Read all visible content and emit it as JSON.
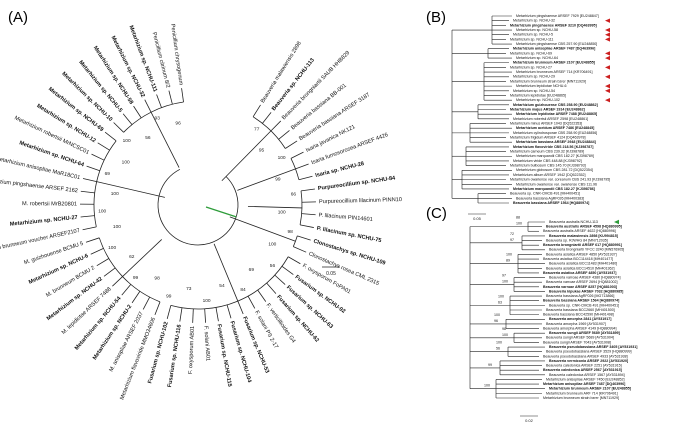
{
  "panels": {
    "a": {
      "label": "(A)"
    },
    "b": {
      "label": "(B)"
    },
    "c": {
      "label": "(C)"
    }
  },
  "tree_a": {
    "tips": [
      {
        "text": "Beauveria malawiensis 2898",
        "b": false
      },
      {
        "text": "Beauveria sp. NCHU-113",
        "b": true
      },
      {
        "text": "Beauveria brongniartii SAUB HHB829",
        "b": false
      },
      {
        "text": "Beauveria bassiana BB-001",
        "b": false
      },
      {
        "text": "Beauveria bassiana ARSEF 3187",
        "b": false
      },
      {
        "text": "Isaria javanica NK121",
        "b": false
      },
      {
        "text": "Isaria fumosorosea ARSEF 4426",
        "b": false
      },
      {
        "text": "Isaria sp. NCHU-28",
        "b": true
      },
      {
        "text": "Purpureocillium sp. NCHU-84",
        "b": true
      },
      {
        "text": "Purpureocillium lilacinum PINN10",
        "b": false
      },
      {
        "text": "P. lilacinum PIN14601",
        "b": false
      },
      {
        "text": "P. lilacinum sp. NCHU-75",
        "b": true
      },
      {
        "text": "Clonostachys sp. NCHU-109",
        "b": true
      },
      {
        "text": "Clonostachys rosea CML 2315",
        "b": false
      },
      {
        "text": "F. oxysporum FoPA01",
        "b": false
      },
      {
        "text": "Fusarium sp. NCHU-92",
        "b": true
      },
      {
        "text": "Fusarium sp. NCHU-63",
        "b": true
      },
      {
        "text": "Fusarium sp. NCHU-62",
        "b": true
      },
      {
        "text": "F. verticillioides G4",
        "b": false
      },
      {
        "text": "F. solani PS 2-17",
        "b": false
      },
      {
        "text": "Fusarium sp. NCHU-53",
        "b": true
      },
      {
        "text": "Fusarium sp. NCHU-104",
        "b": true
      },
      {
        "text": "Fusarium sp. NCHU-115",
        "b": true
      },
      {
        "text": "F. solani AB01",
        "b": false
      },
      {
        "text": "F. oxysporum AB01",
        "b": false
      },
      {
        "text": "Fusarium sp. NCHU-116",
        "b": true
      },
      {
        "text": "Fusarium sp. NCHU-102",
        "b": true
      },
      {
        "text": "Metarhizium flavoviride MMO34606",
        "b": false
      },
      {
        "text": "M. anisopliae ARSEF 2037",
        "b": false
      },
      {
        "text": "Metarhizium sp. NCHU-2",
        "b": true
      },
      {
        "text": "Metarhizium sp. NCHU-54",
        "b": true
      },
      {
        "text": "M. lepidiotae ARSEF 7488",
        "b": false
      },
      {
        "text": "Metarhizium sp. NCHU-42",
        "b": true
      },
      {
        "text": "M. brunneum BCMU 2",
        "b": false
      },
      {
        "text": "Metarhizium sp. NCHU-6",
        "b": true
      },
      {
        "text": "M. guizhouense BCMU 5",
        "b": false
      },
      {
        "text": "Metarhizium brunneum voucher ARSEF2107",
        "b": false
      },
      {
        "text": "Metarhizium sp. NCHU-27",
        "b": true
      },
      {
        "text": "M. robertsii MrB20801",
        "b": false
      },
      {
        "text": "Metarhizium pingshaense ARSEF 2162",
        "b": false
      },
      {
        "text": "Metarhizium anisopliae MaR18C01",
        "b": false
      },
      {
        "text": "Metarhizium sp. NCHU-64",
        "b": true
      },
      {
        "text": "Metarhizium robertsii MrNCSC01",
        "b": false
      },
      {
        "text": "Metarhizium sp. NCHU-12",
        "b": true
      },
      {
        "text": "Metarhizium sp. NCHU-69",
        "b": true
      },
      {
        "text": "Metarhizium sp. NCHU-10",
        "b": true
      },
      {
        "text": "Metarhizium sp. NCHU-5",
        "b": true
      },
      {
        "text": "Metarhizium sp. NCHU-58",
        "b": true
      },
      {
        "text": "Metarhizium sp. NCHU-32",
        "b": true
      },
      {
        "text": "Metarhizium sp. NCHU-111",
        "b": true
      },
      {
        "text": "Penicillium citrinum 8/2",
        "b": false
      },
      {
        "text": "Penicillium chrysogenum",
        "b": false
      }
    ],
    "bootstrap": [
      "77",
      "95",
      "100",
      "99",
      "66",
      "100",
      "98",
      "100",
      "56",
      "69",
      "84",
      "54",
      "100",
      "73",
      "99",
      "98",
      "99",
      "62",
      "100",
      "100",
      "100",
      "100",
      "69",
      "100",
      "100",
      "56",
      "93",
      "96"
    ],
    "scale": "0.05"
  },
  "tree_b": {
    "tips": [
      {
        "text": "Metarhizium pingshaense ARSEF 7929 [EU248847]",
        "b": false
      },
      {
        "text": "Metarhizium sp. NCHU-32",
        "b": false
      },
      {
        "text": "Metarhizium pingshaense ARSEF 3210 [DQ463995]",
        "b": true
      },
      {
        "text": "Metarhizium sp. NCHU-58",
        "b": false
      },
      {
        "text": "Metarhizium sp. NCHU-5",
        "b": false
      },
      {
        "text": "Metarhizium sp. NCHU-111",
        "b": false
      },
      {
        "text": "Metarhizium pingshaense CBS 257.90 [EU248850]",
        "b": false
      },
      {
        "text": "Metarhizium anisopliae ARSEF 7487 [DQ463996]",
        "b": true
      },
      {
        "text": "Metarhizium sp. NCHU-69",
        "b": false
      },
      {
        "text": "Metarhizium sp. NCHU-64",
        "b": false
      },
      {
        "text": "Metarhizium brunneum ARSEF 2107 [EU248855]",
        "b": true
      },
      {
        "text": "Metarhizium sp. NCHU-27",
        "b": false
      },
      {
        "text": "Metarhizium brunneum ARSEF 714 [KR706491]",
        "b": false
      },
      {
        "text": "Metarhizium sp. NCHU-29",
        "b": false
      },
      {
        "text": "Metarhizium brunneum strain bzrer [MN711929]",
        "b": false
      },
      {
        "text": "Metarhizium lepidiotae NCHU-6",
        "b": false
      },
      {
        "text": "Metarhizium sp. NCHU-54",
        "b": false
      },
      {
        "text": "Metarhizium lepidiotae [EU248865]",
        "b": false
      },
      {
        "text": "Metarhizium sp. NCHU-102",
        "b": false
      },
      {
        "text": "Metarhizium guizhouense CBS 258.90 [EU248862]",
        "b": true
      },
      {
        "text": "Metarhizium majus ARSEF 1914 [EU248862]",
        "b": true
      },
      {
        "text": "Metarhizium lepidiotae ARSEF 7488 [EU248865]",
        "b": true
      },
      {
        "text": "Metarhizium robertsii ARSEF 2598 [EU248861]",
        "b": false
      },
      {
        "text": "Metarhizium minus ARSEF 1043 [DQ522353]",
        "b": false
      },
      {
        "text": "Metarhizium acridum ARSEF 7486 [EU248845]",
        "b": true
      },
      {
        "text": "Metarhizium cylindrosporae CBS 258.90 [EU248856]",
        "b": false
      },
      {
        "text": "Metarhizium frigidum ARSEF 4124 [DQ463978]",
        "b": false
      },
      {
        "text": "Metarhizium bassiana ARSEF 2948 [EU248844]",
        "b": true
      },
      {
        "text": "Metarhizium flavoviride CBS 218.56 [KJ398787]",
        "b": true
      },
      {
        "text": "Metarhizium carneum CBS 239.32 [KJ398789]",
        "b": false
      },
      {
        "text": "Metarhizium marquandii CBS 182.27 [KJ398789]",
        "b": false
      },
      {
        "text": "Metarhizium viride CBS 448.88 [KJ398792]",
        "b": false
      },
      {
        "text": "Metarhizium bulbosum CBS 145.70 [KJ398793]",
        "b": false
      },
      {
        "text": "Metarhizium globosum CBS 281.72 [DQ522354]",
        "b": false
      },
      {
        "text": "Metarhizium album ARSEF 1942 [DQ522352]",
        "b": false
      },
      {
        "text": "Metarhizium owariense var. coreanum CBS 241.93 [KJ398795]",
        "b": false
      },
      {
        "text": "Metarhizium owariense var. owariense CBS 111.96",
        "b": false
      },
      {
        "text": "Metarhizium marquandii CBS 182.27 [KJ398786]",
        "b": true
      },
      {
        "text": "Beauveria sp. CNR-CMCB 491 [MH400451]",
        "b": false
      },
      {
        "text": "Beauveria bassiana AgRF026 [MH400383]",
        "b": false
      },
      {
        "text": "Beauveria bassiana ARSEF 1564 [HQ880974]",
        "b": true
      }
    ],
    "scale": "0.05"
  },
  "tree_c": {
    "tips": [
      {
        "text": "Beauveria australis NCHU-113",
        "b": false
      },
      {
        "text": "Beauveria australis ARSEF 4598 [HQ880995]",
        "b": true
      },
      {
        "text": "Beauveria australis ARSEF 4622 [HQ880996]",
        "b": false
      },
      {
        "text": "Beauveria malawiensis 2898 [KU994815]",
        "b": true
      },
      {
        "text": "Beauveria sp. RJWHG 84 [MN712035]",
        "b": false
      },
      {
        "text": "Beauveria brongniartii ARSEF 617 [HQ880991]",
        "b": true
      },
      {
        "text": "Beauveria brongniartii YFCC 3240 [MN576905]",
        "b": false
      },
      {
        "text": "Beauveria asiatica ARSEF 4850 [AY531937]",
        "b": false
      },
      {
        "text": "Beauveria asiatica BCC114418 [MH401477]",
        "b": false
      },
      {
        "text": "Beauveria asiatica BCC11483 [MH401480]",
        "b": false
      },
      {
        "text": "Beauveria asiatica BCC14510 [MH401362]",
        "b": false
      },
      {
        "text": "Beauveria asiatica ARSEF 4850 [AY531937]",
        "b": true
      },
      {
        "text": "Beauveria varroae ARSEF 4380 [HQ880974]",
        "b": false
      },
      {
        "text": "Beauveria varroae ARSEF 2694 [HQ881002]",
        "b": false
      },
      {
        "text": "Beauveria varroae ARSEF 8257 [HQ881003]",
        "b": true
      },
      {
        "text": "Beauveria kipukae ARSEF 7032 [HQ880985]",
        "b": true
      },
      {
        "text": "Beauveria bassiana AgRF026 [MG713866]",
        "b": false
      },
      {
        "text": "Beauveria bassiana ARSEF 1564 [HQ880974]",
        "b": true
      },
      {
        "text": "Beauveria sp. CNR-CMCB 491 [MH400451]",
        "b": false
      },
      {
        "text": "Beauveria bassiana BCC2660 [MH401500]",
        "b": false
      },
      {
        "text": "Beauveria bassiana BCC42590 [MH401498]",
        "b": false
      },
      {
        "text": "Beauveria amorpha 2841 [AY531917]",
        "b": true
      },
      {
        "text": "Beauveria amorpha 1969 [AY531907]",
        "b": false
      },
      {
        "text": "Beauveria amorpha ARSEF 4149 [HQ880994]",
        "b": false
      },
      {
        "text": "Beauveria sungii ARSEF 5689 [AY531899]",
        "b": true
      },
      {
        "text": "Beauveria sungii ARSEF 5689 [AY531904]",
        "b": false
      },
      {
        "text": "Beauveria sungii ARSEF 7043 [AY531908]",
        "b": false
      },
      {
        "text": "Beauveria pseudobassiana ARSEF 3405 [AY531931]",
        "b": true
      },
      {
        "text": "Beauveria pseudobassiana ARSEF 3529 [HQ880999]",
        "b": false
      },
      {
        "text": "Beauveria pseudobassiana ARSEF 4933 [AY531938]",
        "b": false
      },
      {
        "text": "Beauveria vermiconia ARSEF 2922 [AY531920]",
        "b": true
      },
      {
        "text": "Beauveria caledonica ARSEF 2251 [AY531915]",
        "b": false
      },
      {
        "text": "Beauveria caledonica ARSEF 2567 [AY531915]",
        "b": true
      },
      {
        "text": "Beauveria caledonica ARSEF 1567 [AY531894]",
        "b": false
      },
      {
        "text": "Metarhizium anisopliae ARSEF 7450 [EU248852]",
        "b": false
      },
      {
        "text": "Metarhizium anisopliae ARSEF 7487 [DQ463996]",
        "b": true
      },
      {
        "text": "Metarhizium brunneum ARSEF 2107 [EU248855]",
        "b": true
      },
      {
        "text": "Metarhizium brunneum ARF 714 [KR706491]",
        "b": false
      },
      {
        "text": "Metarhizium brunneum strain bzrer [MN711929]",
        "b": false
      }
    ],
    "bootstrap": [
      "100",
      "97",
      "89",
      "100",
      "63",
      "96",
      "100",
      "56",
      "99",
      "100",
      "88",
      "72",
      "100",
      "97",
      "100",
      "100",
      "98",
      "100"
    ],
    "scale": "0.02"
  }
}
